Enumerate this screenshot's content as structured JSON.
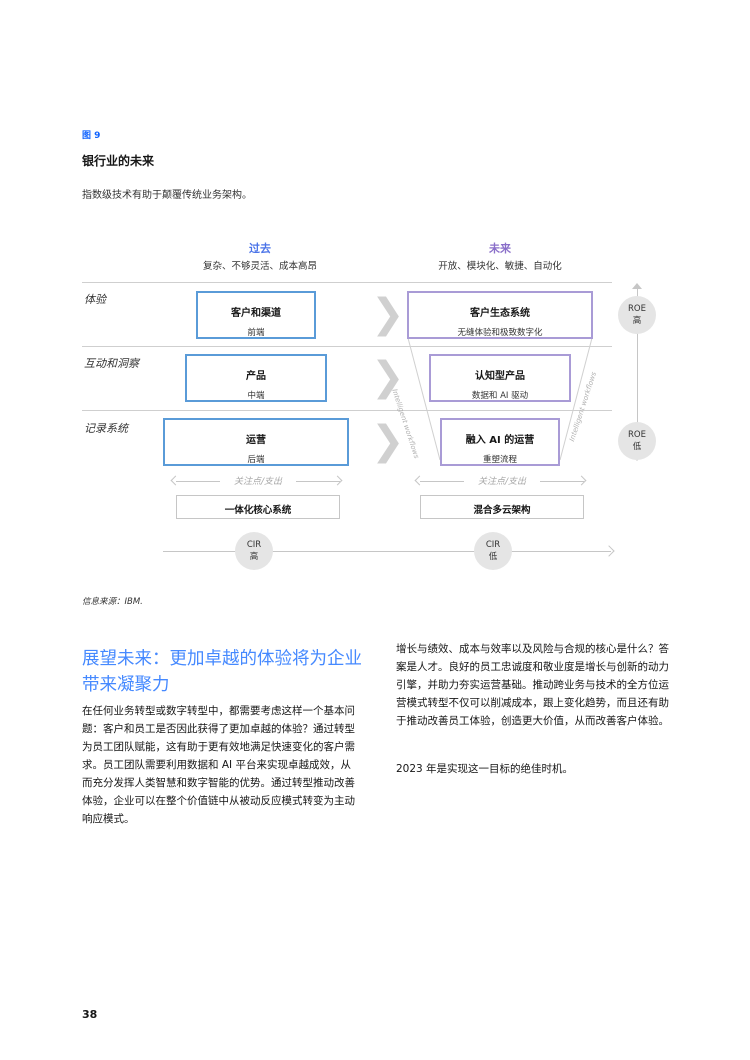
{
  "figure": {
    "label": "图 9",
    "title": "银行业的未来",
    "subtitle": "指数级技术有助于颠覆传统业务架构。"
  },
  "columns": {
    "past": {
      "title": "过去",
      "subtitle": "复杂、不够灵活、成本高昂"
    },
    "future": {
      "title": "未来",
      "subtitle": "开放、模块化、敏捷、自动化"
    }
  },
  "rows": [
    {
      "label": "体验"
    },
    {
      "label": "互动和洞察"
    },
    {
      "label": "记录系统"
    }
  ],
  "past_boxes": [
    {
      "title": "客户和渠道",
      "sub": "前端"
    },
    {
      "title": "产品",
      "sub": "中端"
    },
    {
      "title": "运营",
      "sub": "后端"
    }
  ],
  "future_boxes": [
    {
      "title": "客户生态系统",
      "sub": "无缝体验和极致数字化"
    },
    {
      "title": "认知型产品",
      "sub": "数据和 AI 驱动"
    },
    {
      "title": "融入 AI 的运营",
      "sub": "重塑流程"
    }
  ],
  "intelligent_workflows": "Intelligent workflows",
  "roe": {
    "high": [
      "ROE",
      "高"
    ],
    "low": [
      "ROE",
      "低"
    ]
  },
  "focus_label": "关注点/支出",
  "core": {
    "past": "一体化核心系统",
    "future": "混合多云架构"
  },
  "cir": {
    "high": [
      "CIR",
      "高"
    ],
    "low": [
      "CIR",
      "低"
    ]
  },
  "source": "信息来源：IBM.",
  "headline": "展望未来：更加卓越的体验将为企业带来凝聚力",
  "body_left": "在任何业务转型或数字转型中，都需要考虑这样一个基本问题：客户和员工是否因此获得了更加卓越的体验？通过转型为员工团队赋能，这有助于更有效地满足快速变化的客户需求。员工团队需要利用数据和 AI 平台来实现卓越成效，从而充分发挥人类智慧和数字智能的优势。通过转型推动改善体验，企业可以在整个价值链中从被动反应模式转变为主动响应模式。",
  "body_right_1": "增长与绩效、成本与效率以及风险与合规的核心是什么？答案是人才。良好的员工忠诚度和敬业度是增长与创新的动力引擎，并助力夯实运营基础。推动跨业务与技术的全方位运营模式转型不仅可以削减成本，跟上变化趋势，而且还有助于推动改善员工体验，创造更大价值，从而改善客户体验。",
  "body_right_2": "2023 年是实现这一目标的绝佳时机。",
  "page_number": "38",
  "colors": {
    "past_border": "#5a9bd8",
    "future_border": "#a99bd6",
    "headline": "#4589ff",
    "accent": "#0f62fe"
  }
}
